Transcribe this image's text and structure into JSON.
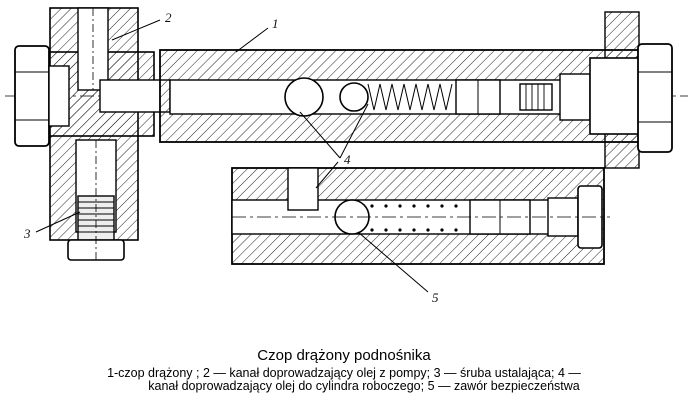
{
  "diagram": {
    "labels": {
      "part1": "1",
      "part2": "2",
      "part3": "3",
      "part4": "4",
      "part5": "5"
    }
  },
  "caption": {
    "title": "Czop drążony podnośnika",
    "line1": "1-czop drążony  ; 2 — kanał doprowadzający olej z pompy; 3 — śruba ustalająca;  4 —",
    "line2": "kanał doprowadzający olej  do cylindra roboczego;  5 — zawór bezpieczeństwa"
  }
}
